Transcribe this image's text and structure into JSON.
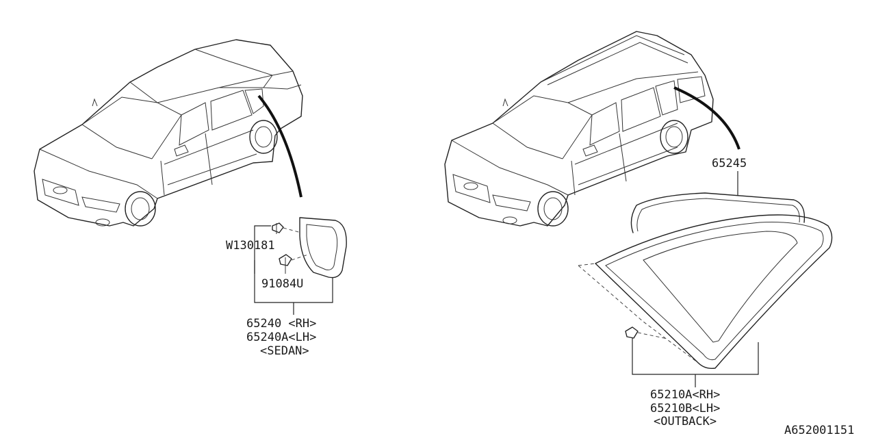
{
  "labels": {
    "sedan_clip": "W130181",
    "sedan_fastener": "91084U",
    "sedan_part_rh": "65240 <RH>",
    "sedan_part_lh": "65240A<LH>",
    "sedan_variant": "<SEDAN>",
    "outback_molding": "65245",
    "outback_part_rh": "65210A<RH>",
    "outback_part_lh": "65210B<LH>",
    "outback_variant": "<OUTBACK>",
    "diagram_code": "A652001151"
  }
}
